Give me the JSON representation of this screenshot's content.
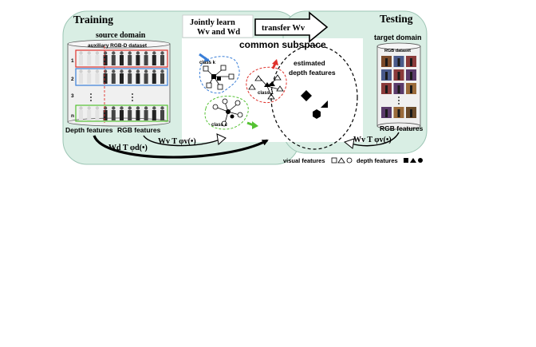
{
  "panels": {
    "training_title": "Training",
    "testing_title": "Testing",
    "common_subspace_title": "common subspace"
  },
  "jointly": {
    "line1": "Jointly learn",
    "line2": "Wv and Wd"
  },
  "transfer": {
    "label": "transfer Wv"
  },
  "source": {
    "title": "source domain",
    "dataset_label": "auxiliary RGB-D dataset",
    "row_numbers": [
      "1",
      "2",
      "3",
      "n"
    ],
    "depth_label": "Depth features",
    "rgb_label": "RGB features",
    "formula_depth": "Wd T φd(•)",
    "formula_rgb": "Wv T φv(•)"
  },
  "target": {
    "title": "target domain",
    "dataset_label": "RGB dataset",
    "rgb_label": "RGB features",
    "formula": "Wv T φv(•)"
  },
  "subspace": {
    "class_k": "class k",
    "class_1": "class 1",
    "class_c": "class c",
    "estimated_line1": "estimated",
    "estimated_line2": "depth features"
  },
  "legend": {
    "visual_label": "visual features",
    "depth_label": "depth features"
  },
  "colors": {
    "panel_fill": "#d9eee4",
    "panel_stroke": "#9cc5b4",
    "red_group": "#e0322c",
    "blue_group": "#3a7fd8",
    "green_group": "#55c233",
    "black": "#000000"
  }
}
